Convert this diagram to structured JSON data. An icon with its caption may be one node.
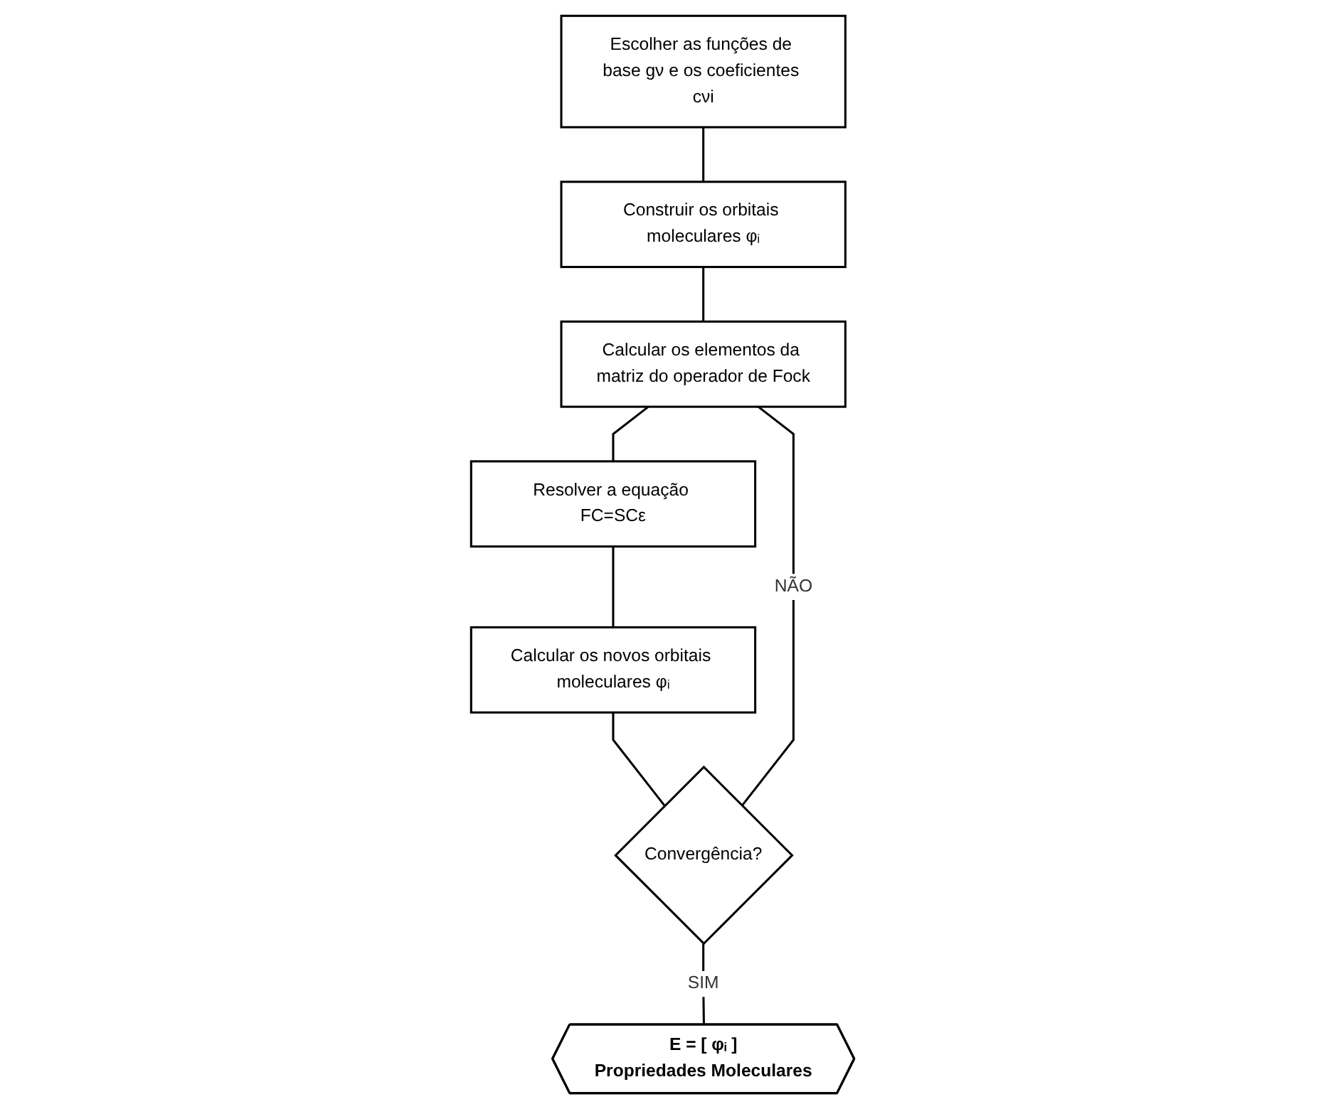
{
  "diagram": {
    "nodes": [
      {
        "text": [
          "Escolher as funções de base gν e os coeficientes cνi"
        ]
      },
      {
        "text": [
          "Construir os orbitais moleculares φᵢ"
        ]
      },
      {
        "text": [
          "Calcular os elementos da matriz do operador de Fock"
        ]
      },
      {
        "text": [
          "Resolver a equação FC=SCε"
        ]
      },
      {
        "text": [
          "Calcular os novos orbitais moleculares φᵢ"
        ]
      },
      {
        "text": [
          "Convergência?"
        ]
      },
      {
        "text": [
          "E = [ φᵢ ]",
          "Propriedades Moleculares"
        ]
      }
    ],
    "edges": [
      {
        "from": 0,
        "to": 1,
        "arrow": "none"
      },
      {
        "from": 1,
        "to": 2,
        "arrow": "none"
      },
      {
        "from": 2,
        "to": 3,
        "arrow": "none"
      },
      {
        "from": 3,
        "to": 4,
        "arrow": "none"
      },
      {
        "from": 4,
        "to": 5,
        "arrow": "none"
      },
      {
        "from": 5,
        "to": 2,
        "label": "NÃO",
        "arrow": "none"
      },
      {
        "from": 5,
        "to": 6,
        "label": "SIM",
        "arrow": "none"
      }
    ]
  }
}
